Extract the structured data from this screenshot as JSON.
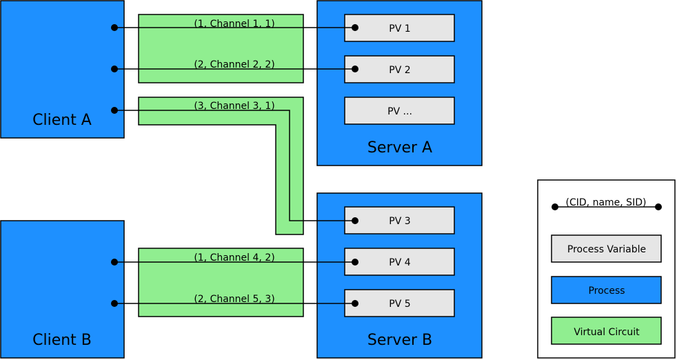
{
  "clients": {
    "a": {
      "label": "Client A"
    },
    "b": {
      "label": "Client B"
    }
  },
  "servers": {
    "a": {
      "label": "Server A",
      "pvs": [
        "PV 1",
        "PV 2",
        "PV ..."
      ]
    },
    "b": {
      "label": "Server B",
      "pvs": [
        "PV 3",
        "PV 4",
        "PV 5"
      ]
    }
  },
  "channels": [
    {
      "label": "(1, Channel 1, 1)"
    },
    {
      "label": "(2, Channel 2, 2)"
    },
    {
      "label": "(3, Channel 3, 1)"
    },
    {
      "label": "(1, Channel 4, 2)"
    },
    {
      "label": "(2, Channel 5, 3)"
    }
  ],
  "legend": {
    "channel_label": "(CID, name, SID)",
    "process_variable": "Process Variable",
    "process": "Process",
    "virtual_circuit": "Virtual Circuit"
  },
  "colors": {
    "process": "#1e90ff",
    "pv": "#e6e6e6",
    "virtual_circuit": "#90ee90",
    "line": "#000000"
  }
}
